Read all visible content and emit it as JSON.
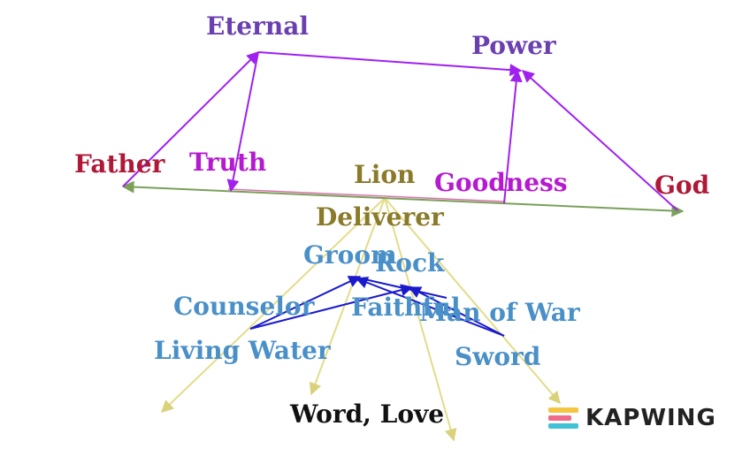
{
  "nodes": {
    "eternal": "Eternal",
    "power": "Power",
    "father": "Father",
    "truth": "Truth",
    "lion": "Lion",
    "goodness": "Goodness",
    "god": "God",
    "deliverer": "Deliverer",
    "groom": "Groom",
    "rock": "Rock",
    "counselor": "Counselor",
    "faithful": "Faithful",
    "man_of_war": "Man of War",
    "living_water": "Living Water",
    "sword": "Sword",
    "word_love": "Word, Love"
  },
  "watermark": {
    "text": "KAPWING"
  },
  "colors": {
    "purple_edge": "#a020f0",
    "blue_edge": "#1a1acc",
    "yellow_edge": "#e3dc8a",
    "green_edge": "#7aa05a",
    "crimson_node": "#b01837",
    "violet_node": "#6a3fb0",
    "magenta_node": "#b61ad0",
    "olive_node": "#8b7a2a",
    "steel_blue_node": "#4a90c8"
  }
}
